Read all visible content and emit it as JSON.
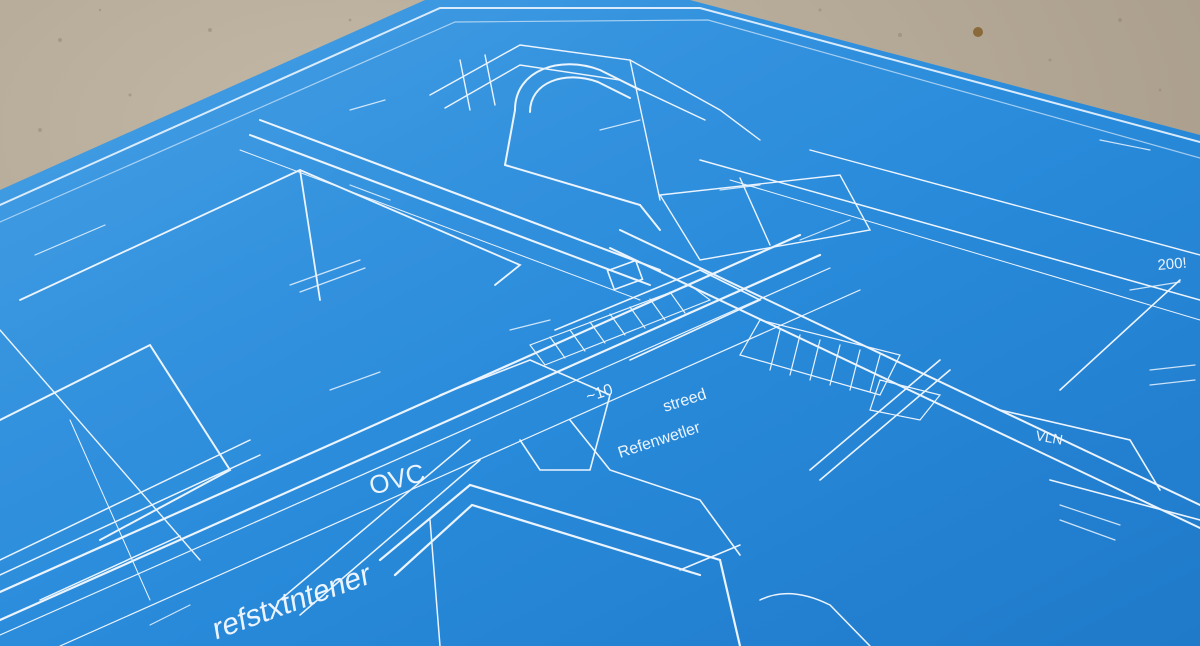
{
  "photo": {
    "subject": "",
    "colors": {
      "concrete": "#b6aa98",
      "concrete_dark": "#8f8372",
      "blueprint_light": "#3d9be3",
      "blueprint_mid": "#1f86da",
      "blueprint_dark": "#1473c7",
      "line": "#eaf4ff"
    }
  },
  "labels": {
    "bottom_big": "refstxtntener",
    "center_pair_1": "Refenwetler",
    "center_pair_2": "streed",
    "center_small": "~10",
    "code_ovc": "OVC",
    "code_vn": "VLN",
    "code_2001": "200!"
  }
}
